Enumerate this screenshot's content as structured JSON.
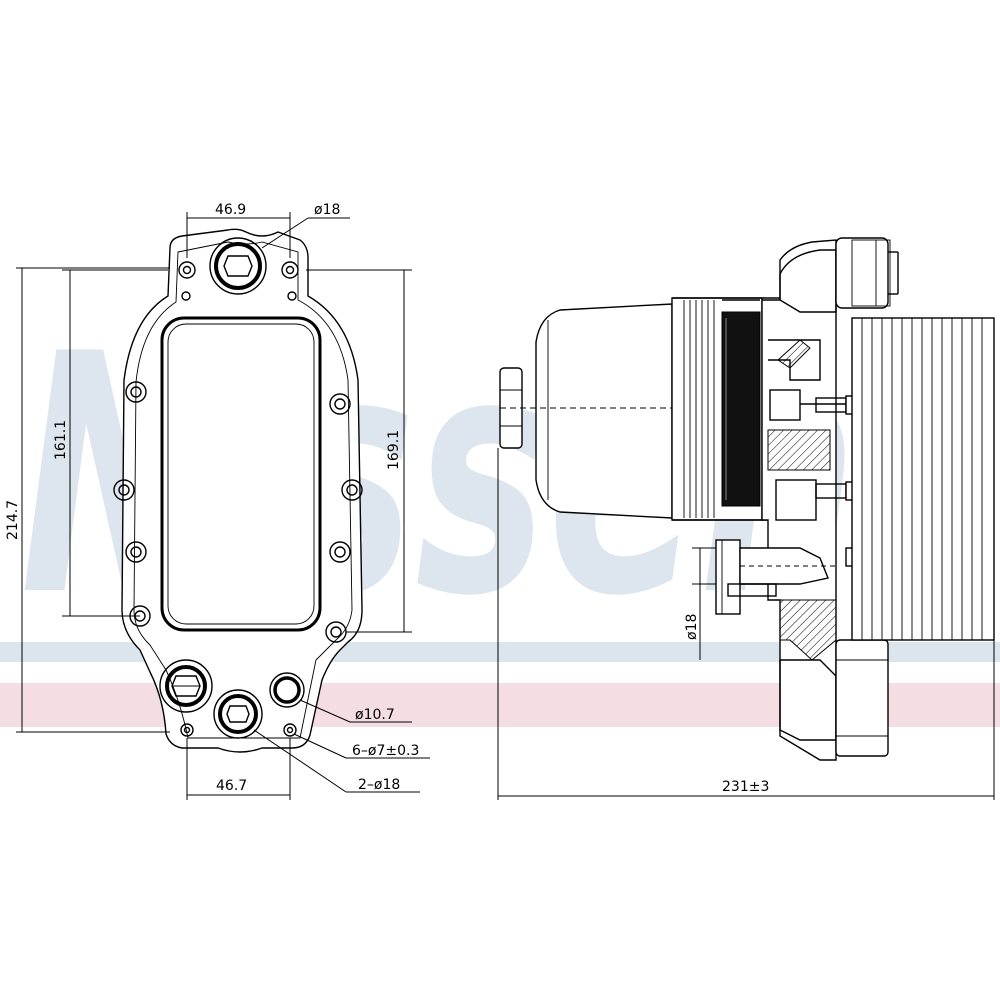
{
  "watermark": {
    "text": "Nissens",
    "text_color": "#dde6ee",
    "band_blue": "#dae5ee",
    "band_pink": "#f5dee3"
  },
  "dimensions": {
    "top_spacing": "46.9",
    "top_port_diameter": "ø18",
    "left_height": "161.1",
    "right_height": "169.1",
    "overall_height": "214.7",
    "small_port_diameter": "ø10.7",
    "bolt_holes": "6–ø7±0.3",
    "large_ports": "2–ø18",
    "bottom_spacing": "46.7",
    "side_port_diameter": "ø18",
    "overall_length": "231±3"
  }
}
